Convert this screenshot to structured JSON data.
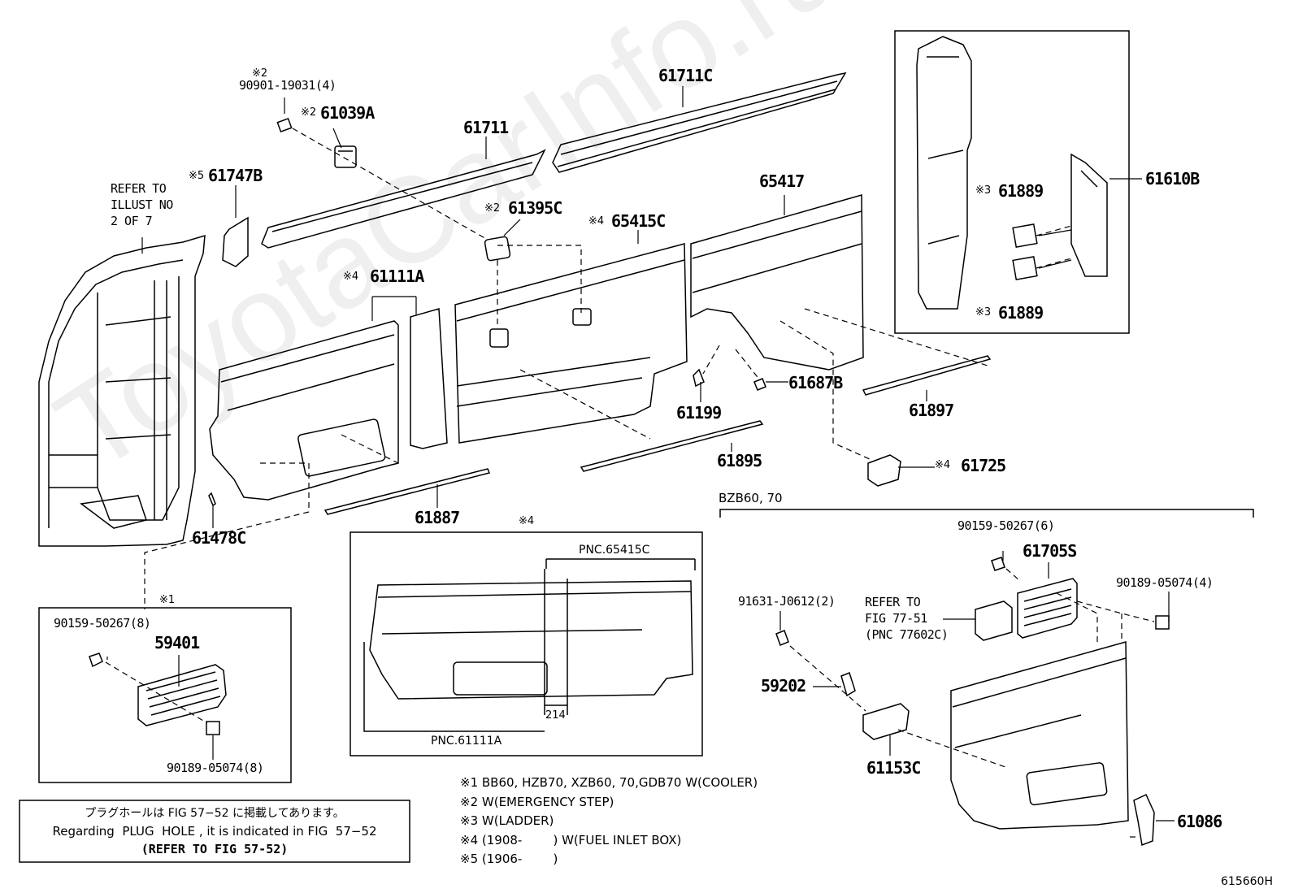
{
  "watermark": "ToyotaCarInfo.ru",
  "figure_id": "615660H",
  "refer_illust": [
    "REFER TO",
    "ILLUST NO",
    "2 OF 7"
  ],
  "labels": {
    "p90901": "90901-19031(4)",
    "p61039a": "61039A",
    "p61747b": "61747B",
    "p61711": "61711",
    "p61711c": "61711C",
    "p61395c": "61395C",
    "p65417": "65417",
    "p65415c": "65415C",
    "p61111a": "61111A",
    "p61610b": "61610B",
    "p61889a": "61889",
    "p61889b": "61889",
    "p61687b": "61687B",
    "p61199": "61199",
    "p61897": "61897",
    "p61895": "61895",
    "p61725": "61725",
    "p61887": "61887",
    "p61478c": "61478C",
    "p90159a": "90159-50267(8)",
    "p59401": "59401",
    "p90189a": "90189-05074(8)",
    "p90159b": "90159-50267(6)",
    "p61705s": "61705S",
    "p90189b": "90189-05074(4)",
    "p91631": "91631-J0612(2)",
    "p59202": "59202",
    "p61153c": "61153C",
    "p61086": "61086"
  },
  "markers": {
    "m2a": "※2",
    "m2b": "※2",
    "m2c": "※2",
    "m5": "※5",
    "m4a": "※4",
    "m4b": "※4",
    "m4c": "※4",
    "m4d": "※4",
    "m3a": "※3",
    "m3b": "※3",
    "m1": "※1"
  },
  "bzb": "BZB60, 70",
  "refer_fig": [
    "REFER TO",
    "FIG 77-51",
    "(PNC 77602C)"
  ],
  "inset": {
    "pnc_top": "PNC.65415C",
    "pnc_bottom": "PNC.61111A",
    "dim": "214"
  },
  "notes": [
    "※1  BB60, HZB70, XZB60, 70,GDB70 W(COOLER)",
    "※2  W(EMERGENCY STEP)",
    "※3  W(LADDER)",
    "※4 (1908-        ) W(FUEL INLET BOX)",
    "※5 (1906-        )"
  ],
  "plug_note": [
    "プラグホールは FIG 57−52 に掲載してあります。",
    "Regarding  PLUG  HOLE , it is indicated in FIG  57−52",
    "(REFER TO FIG 57-52)"
  ]
}
